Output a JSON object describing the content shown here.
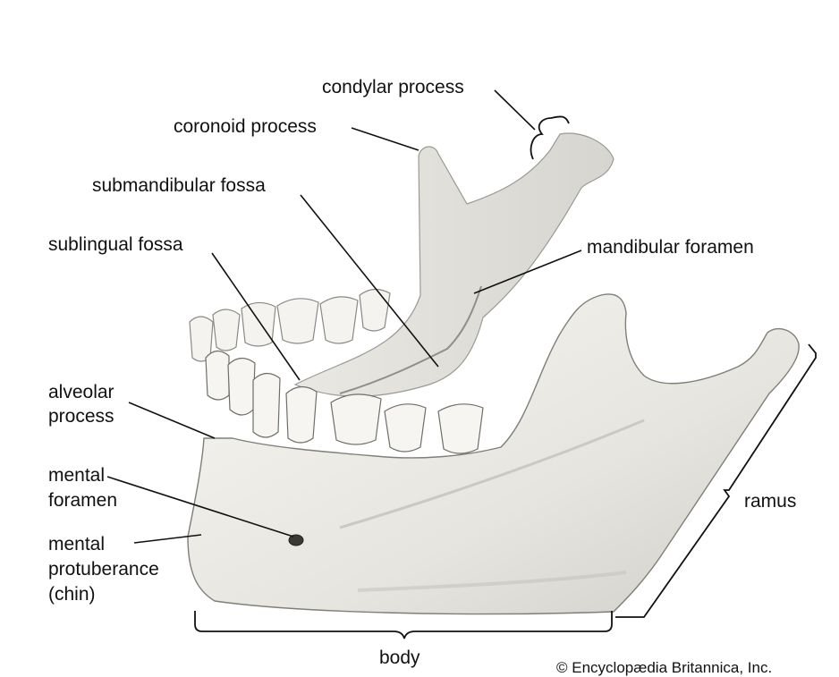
{
  "labels": {
    "condylar": "condylar process",
    "coronoid": "coronoid process",
    "submandibular": "submandibular fossa",
    "sublingual": "sublingual fossa",
    "mandibular_foramen": "mandibular foramen",
    "alveolar_1": "alveolar",
    "alveolar_2": "process",
    "mental_foramen_1": "mental",
    "mental_foramen_2": "foramen",
    "mental_prot_1": "mental",
    "mental_prot_2": "protuberance",
    "mental_prot_3": "(chin)",
    "ramus": "ramus",
    "body": "body"
  },
  "credit": "© Encyclopædia Britannica, Inc.",
  "colors": {
    "bone": "#ecebe6",
    "bone_shade": "#c9c8c2",
    "line": "#111111"
  }
}
